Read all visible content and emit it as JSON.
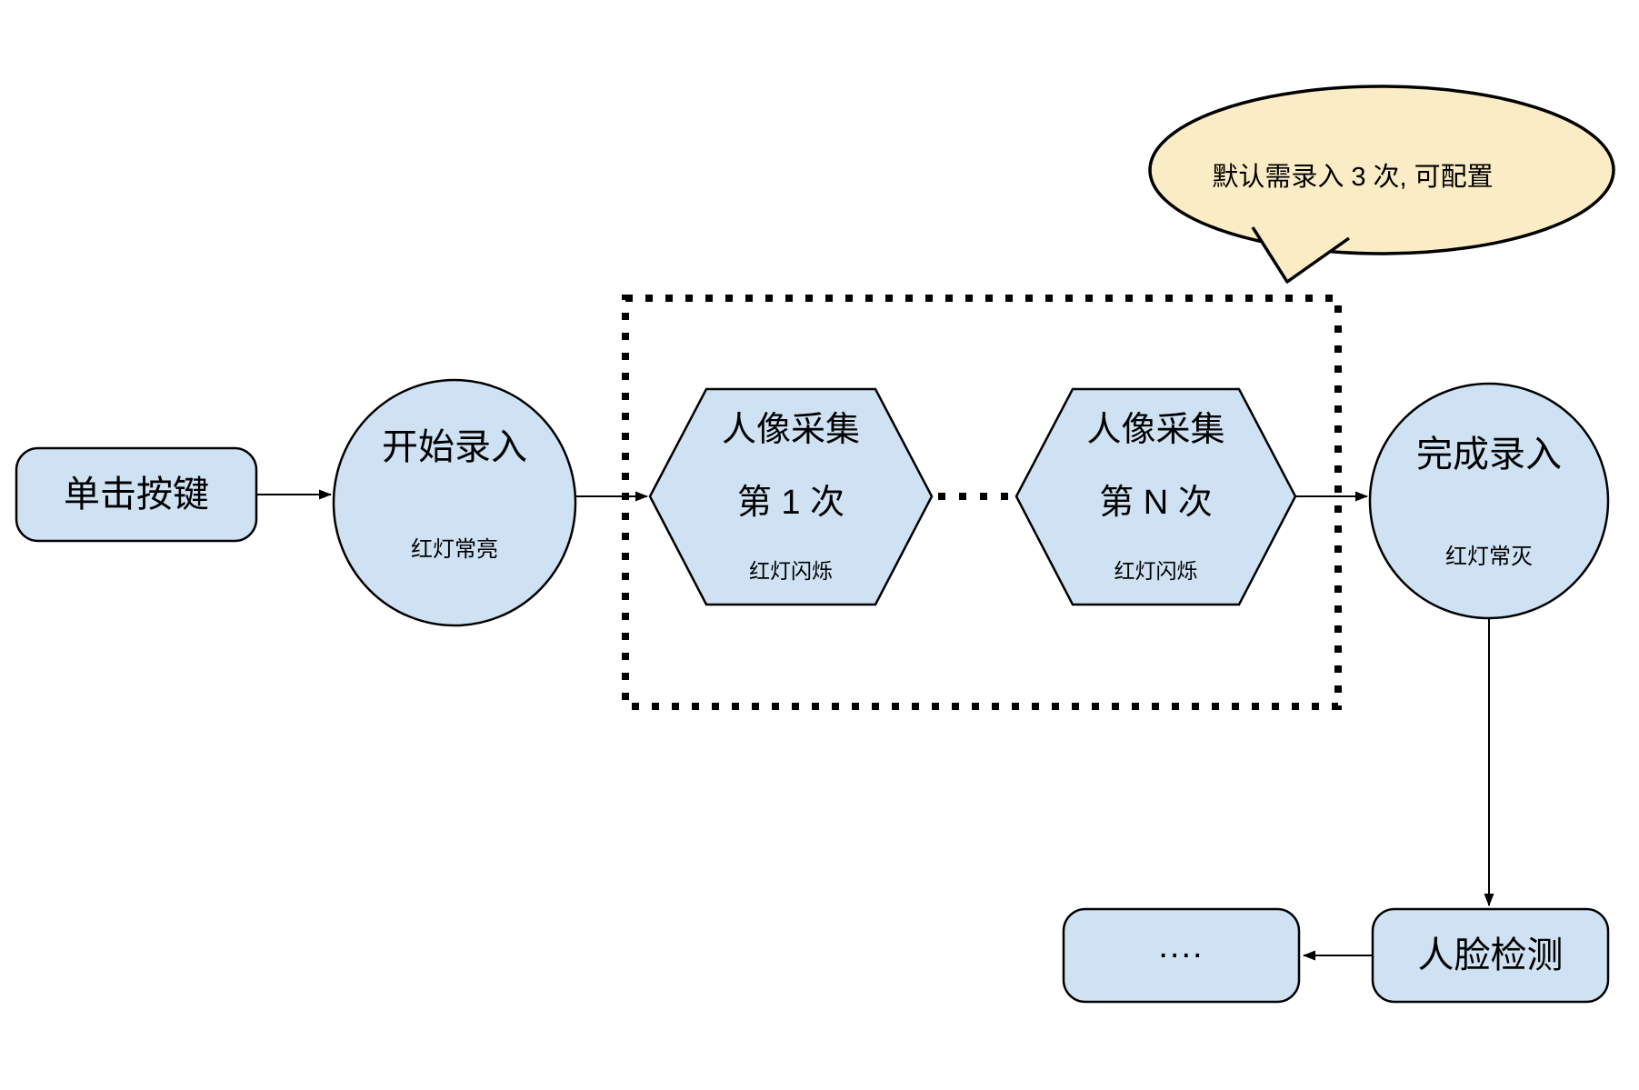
{
  "colors": {
    "node_fill": "#cfe2f3",
    "node_stroke": "#000000",
    "callout_fill": "#faecc5",
    "background": "#ffffff",
    "text": "#000000"
  },
  "nodes": {
    "click_button": {
      "label": "单击按键"
    },
    "start_entry": {
      "label": "开始录入",
      "status": "红灯常亮"
    },
    "capture_1": {
      "title": "人像采集",
      "count": "第 1 次",
      "status": "红灯闪烁"
    },
    "capture_n": {
      "title": "人像采集",
      "count": "第 N 次",
      "status": "红灯闪烁"
    },
    "finish_entry": {
      "label": "完成录入",
      "status": "红灯常灭"
    },
    "ellipsis": {
      "label": "...."
    },
    "face_detect": {
      "label": "人脸检测"
    }
  },
  "callout": {
    "text": "默认需录入 3 次, 可配置"
  }
}
